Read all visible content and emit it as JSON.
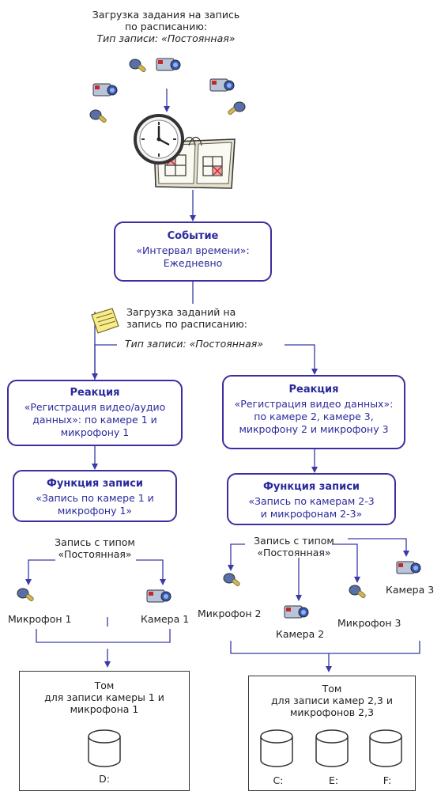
{
  "top": {
    "line1": "Загрузка задания на запись",
    "line2": "по расписанию:",
    "line3": "Тип записи: «Постоянная»"
  },
  "event_box": {
    "title": "Событие",
    "line1": "«Интервал времени»:",
    "line2": "Ежедневно"
  },
  "schedule2": {
    "line1": "Загрузка заданий на",
    "line2": "запись по расписанию:",
    "line3": "Тип записи: «Постоянная»"
  },
  "left": {
    "reaction": {
      "title": "Реакция",
      "line1": "«Регистрация видео/аудио",
      "line2": "данных»: по камере 1 и",
      "line3": "микрофону 1"
    },
    "func": {
      "title": "Функция записи",
      "line1": "«Запись по камере 1 и",
      "line2": "микрофону 1»"
    },
    "rec_type": {
      "line1": "Запись с типом",
      "line2": "«Постоянная»"
    },
    "mic_label": "Микрофон 1",
    "cam_label": "Камера 1",
    "volume": {
      "line1": "Том",
      "line2": "для записи  камеры 1 и",
      "line3": "микрофона 1",
      "disk": "D:"
    }
  },
  "right": {
    "reaction": {
      "title": "Реакция",
      "line1": "«Регистрация видео данных»:",
      "line2": "по камере 2, камере 3,",
      "line3": "микрофону 2 и микрофону 3"
    },
    "func": {
      "title": "Функция записи",
      "line1": "«Запись по камерам 2-3",
      "line2": "и микрофонам 2-3»"
    },
    "rec_type": {
      "line1": "Запись с типом",
      "line2": "«Постоянная»"
    },
    "mic2_label": "Микрофон 2",
    "cam2_label": "Камера 2",
    "mic3_label": "Микрофон 3",
    "cam3_label": "Камера 3",
    "volume": {
      "line1": "Том",
      "line2": "для записи  камер 2,3 и",
      "line3": "микрофонов 2,3",
      "disks": [
        "C:",
        "E:",
        "F:"
      ]
    }
  },
  "colors": {
    "box_border": "#3a2ea0",
    "box_text": "#2b2a9c",
    "arrow": "#3a3aa8"
  },
  "icons": [
    "camera-icon",
    "microphone-icon",
    "clock-icon",
    "calendar-icon",
    "note-icon",
    "disk-icon"
  ]
}
